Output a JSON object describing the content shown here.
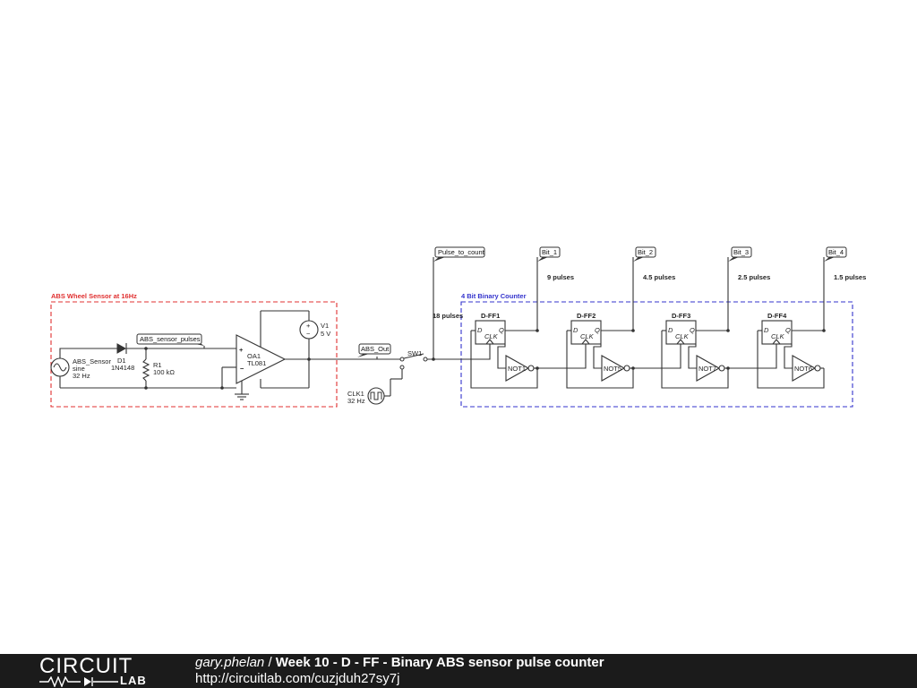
{
  "regions": {
    "sensor_box_label": "ABS Wheel Sensor at 16Hz",
    "counter_box_label": "4 Bit Binary Counter",
    "sensor_color": "#e03030",
    "counter_color": "#3333cc"
  },
  "components": {
    "source": {
      "name": "ABS_Sensor",
      "type": "sine",
      "freq": "32 Hz"
    },
    "diode": {
      "name": "D1",
      "part": "1N4148"
    },
    "resistor": {
      "name": "R1",
      "value": "100 kΩ"
    },
    "opamp": {
      "name": "OA1",
      "part": "TL081"
    },
    "vsource": {
      "name": "V1",
      "value": "5 V"
    },
    "switch": {
      "name": "SW1"
    },
    "clock": {
      "name": "CLK1",
      "freq": "32 Hz"
    }
  },
  "net_labels": {
    "sensor_pulses": "ABS_sensor_pulses",
    "abs_out": "ABS_Out",
    "pulse_to_count": "Pulse_to_count",
    "bit1": "Bit_1",
    "bit2": "Bit_2",
    "bit3": "Bit_3",
    "bit4": "Bit_4"
  },
  "annotations": {
    "input_pulses": "18 pulses",
    "bit1_pulses": "9 pulses",
    "bit2_pulses": "4.5 pulses",
    "bit3_pulses": "2.5 pulses",
    "bit4_pulses": "1.5 pulses"
  },
  "flipflops": [
    {
      "name": "D-FF1",
      "not_gate": "NOT1"
    },
    {
      "name": "D-FF2",
      "not_gate": "NOT5"
    },
    {
      "name": "D-FF3",
      "not_gate": "NOT7"
    },
    {
      "name": "D-FF4",
      "not_gate": "NOT6"
    }
  ],
  "pins": {
    "d": "D",
    "q": "Q",
    "clk": "CLK"
  },
  "footer": {
    "logo_top": "CIRCUIT",
    "logo_bottom": "LAB",
    "author": "gary.phelan",
    "separator": " / ",
    "title": "Week 10 - D - FF - Binary ABS sensor pulse counter",
    "url": "http://circuitlab.com/cuzjduh27sy7j"
  }
}
